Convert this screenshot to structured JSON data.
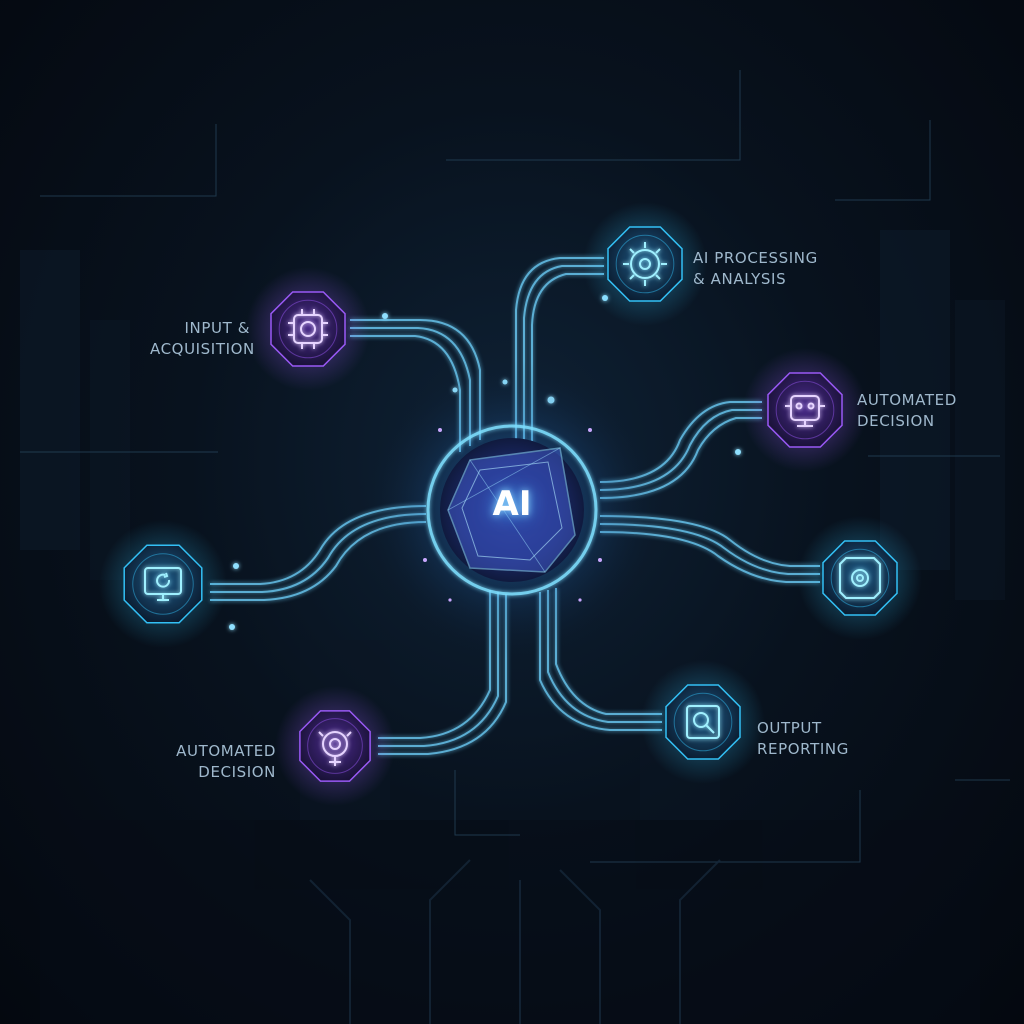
{
  "hub": {
    "label": "AI"
  },
  "nodes": [
    {
      "id": "input",
      "label": "INPUT &\nACQUISITION",
      "tone": "violet",
      "icon": "chip-gear-icon"
    },
    {
      "id": "processing",
      "label": "AI PROCESSING\n& ANALYSIS",
      "tone": "cyan",
      "icon": "processing-gear-icon"
    },
    {
      "id": "decision-right",
      "label": "AUTOMATED\nDECISION",
      "tone": "violet",
      "icon": "robot-head-icon"
    },
    {
      "id": "unlabeled-left",
      "label": "",
      "tone": "cyan",
      "icon": "monitor-refresh-icon"
    },
    {
      "id": "unlabeled-right",
      "label": "",
      "tone": "cyan",
      "icon": "settings-gear-icon"
    },
    {
      "id": "decision-left",
      "label": "AUTOMATED\nDECISION",
      "tone": "violet",
      "icon": "target-eye-icon"
    },
    {
      "id": "output",
      "label": "OUTPUT\nREPORTING",
      "tone": "cyan",
      "icon": "magnifier-report-icon"
    }
  ],
  "colors": {
    "cyan": "#35c8ff",
    "violet": "#a05cff",
    "background": "#070d16",
    "label": "#9fb8cc"
  }
}
